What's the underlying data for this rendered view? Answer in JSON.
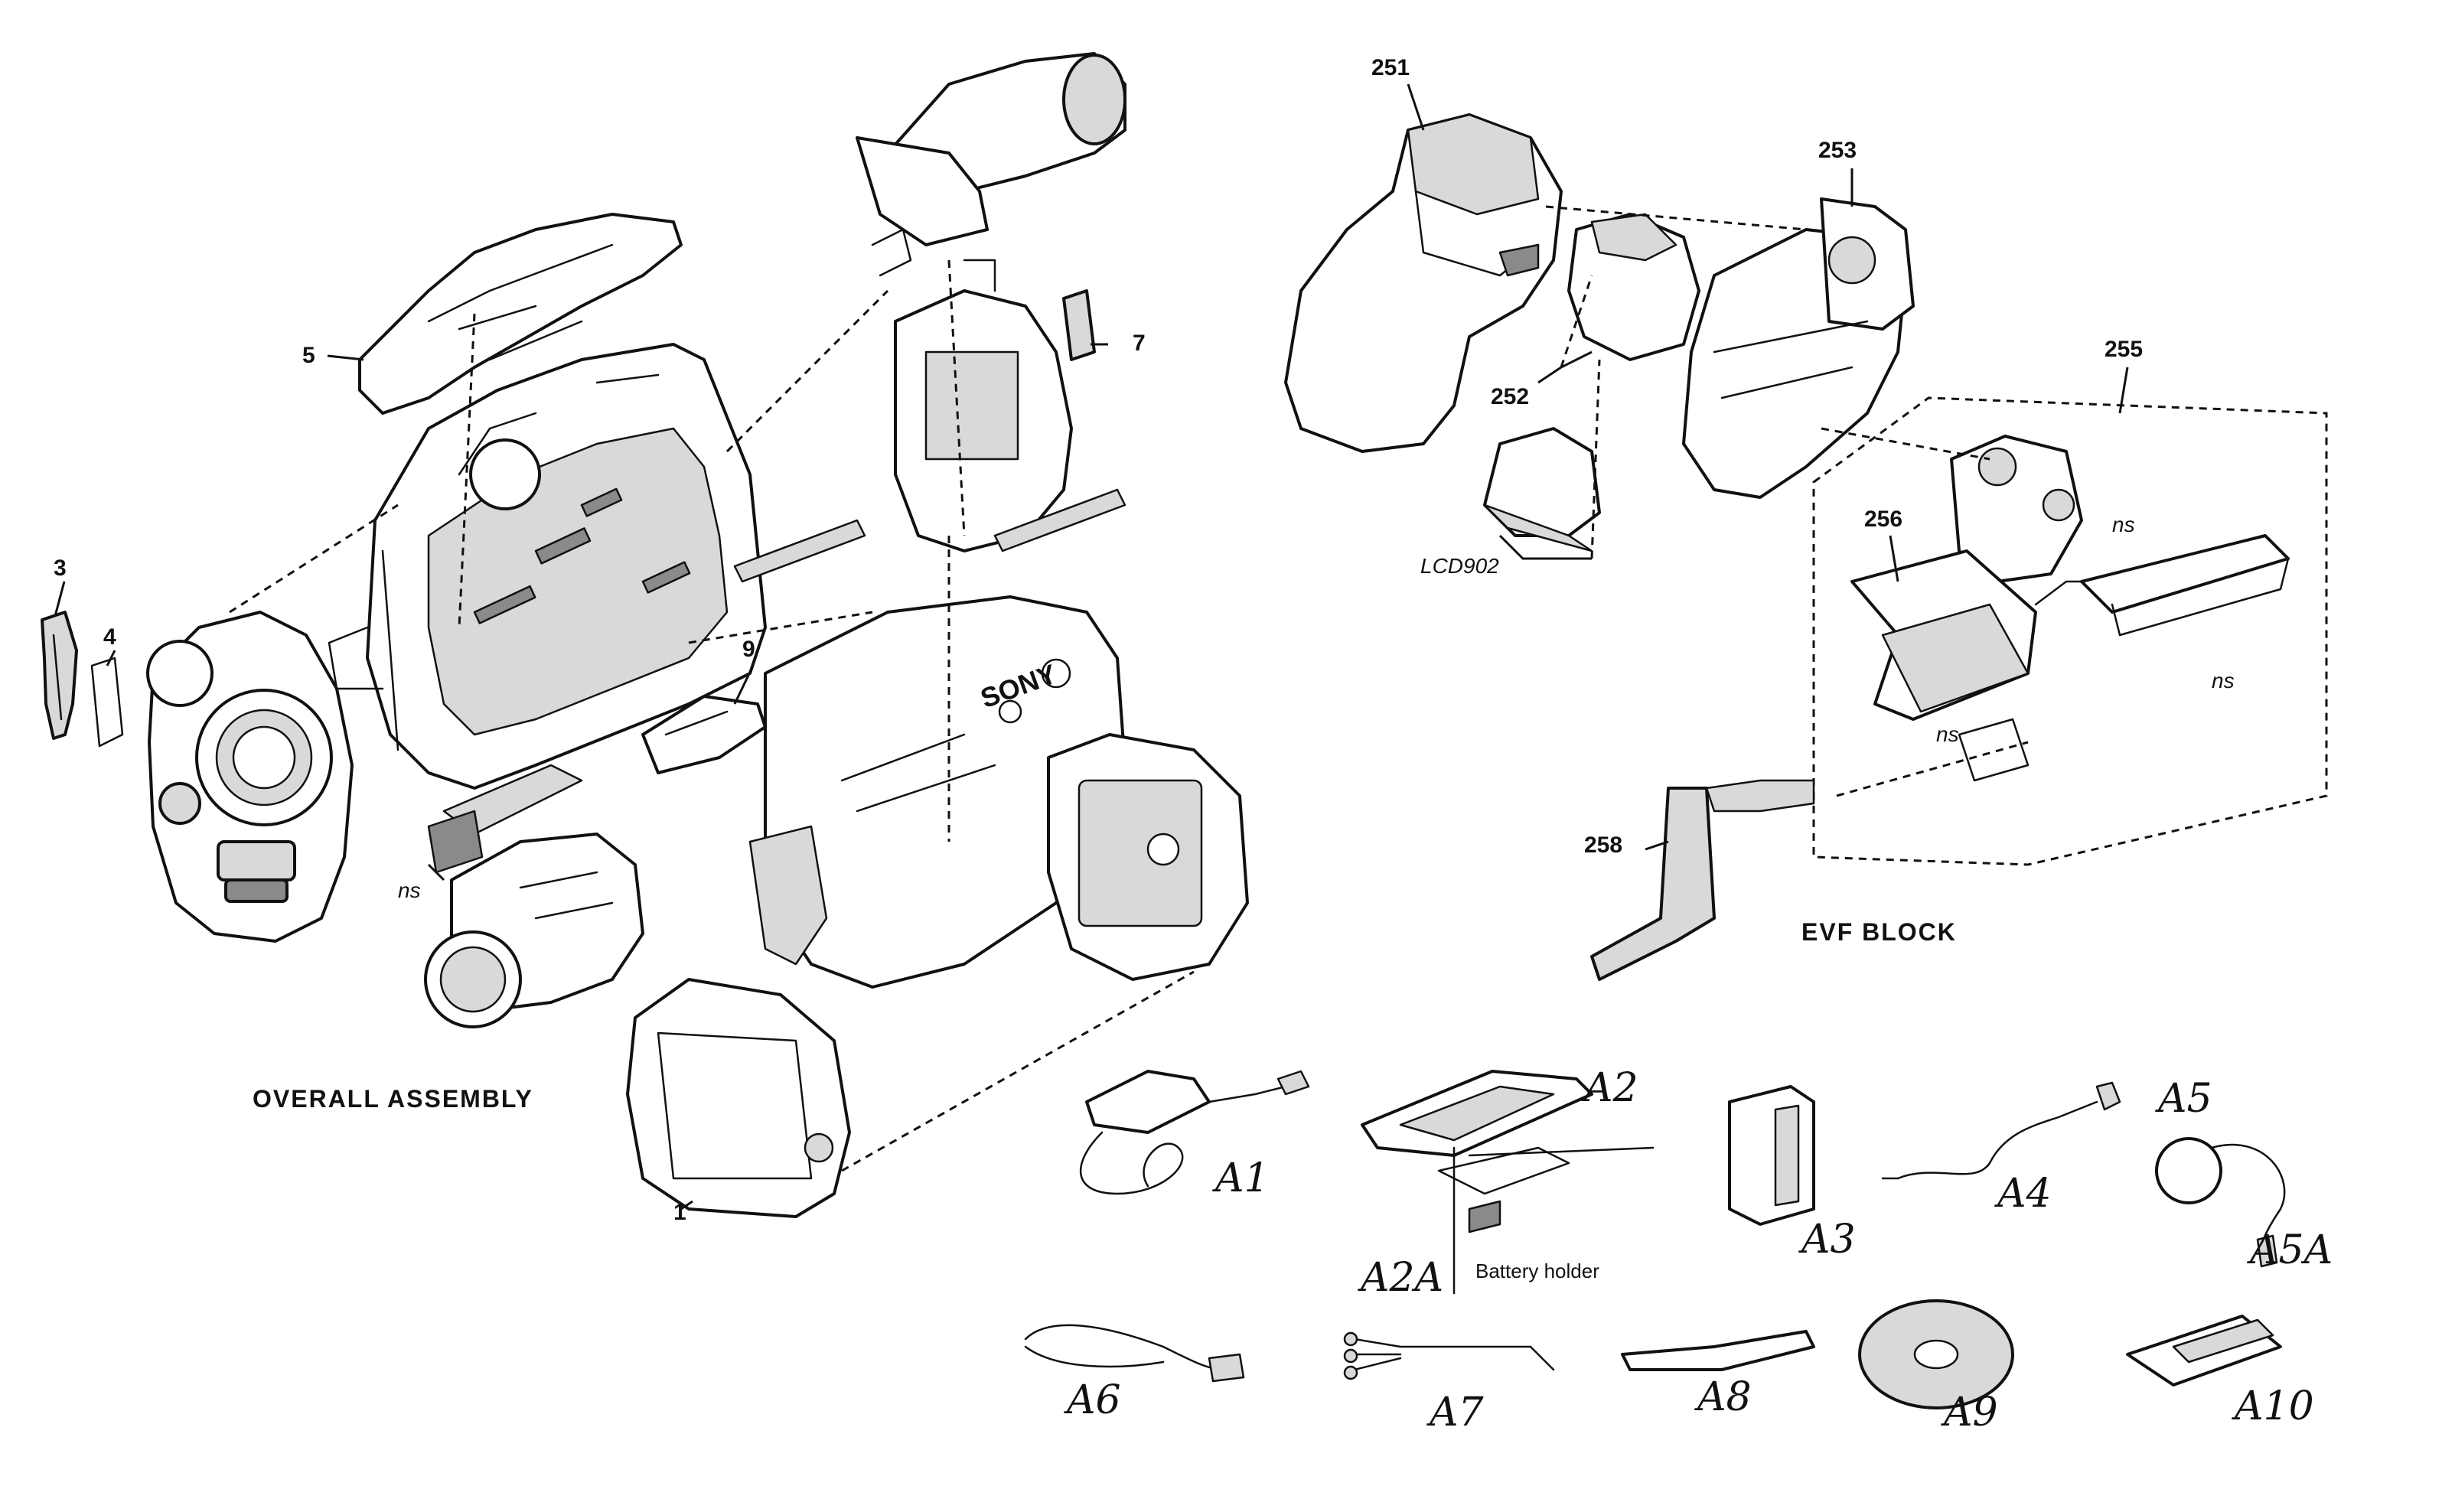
{
  "overall": {
    "title": "OVERALL ASSEMBLY",
    "parts": {
      "p1": "1",
      "p3": "3",
      "p4": "4",
      "p5": "5",
      "p7": "7",
      "p9": "9",
      "ns": "ns"
    }
  },
  "evf": {
    "title": "EVF BLOCK",
    "parts": {
      "p251": "251",
      "p252": "252",
      "p253": "253",
      "p255": "255",
      "p256": "256",
      "p258": "258",
      "lcd": "LCD902",
      "ns": "ns"
    }
  },
  "accessories": {
    "a1": "A1",
    "a2": "A2",
    "a2a": "A2A",
    "battery_holder": "Battery holder",
    "a3": "A3",
    "a4": "A4",
    "a5": "A5",
    "a5a": "A5A",
    "a6": "A6",
    "a7": "A7",
    "a8": "A8",
    "a9": "A9",
    "a10": "A10"
  },
  "brand_mark": "SONY"
}
